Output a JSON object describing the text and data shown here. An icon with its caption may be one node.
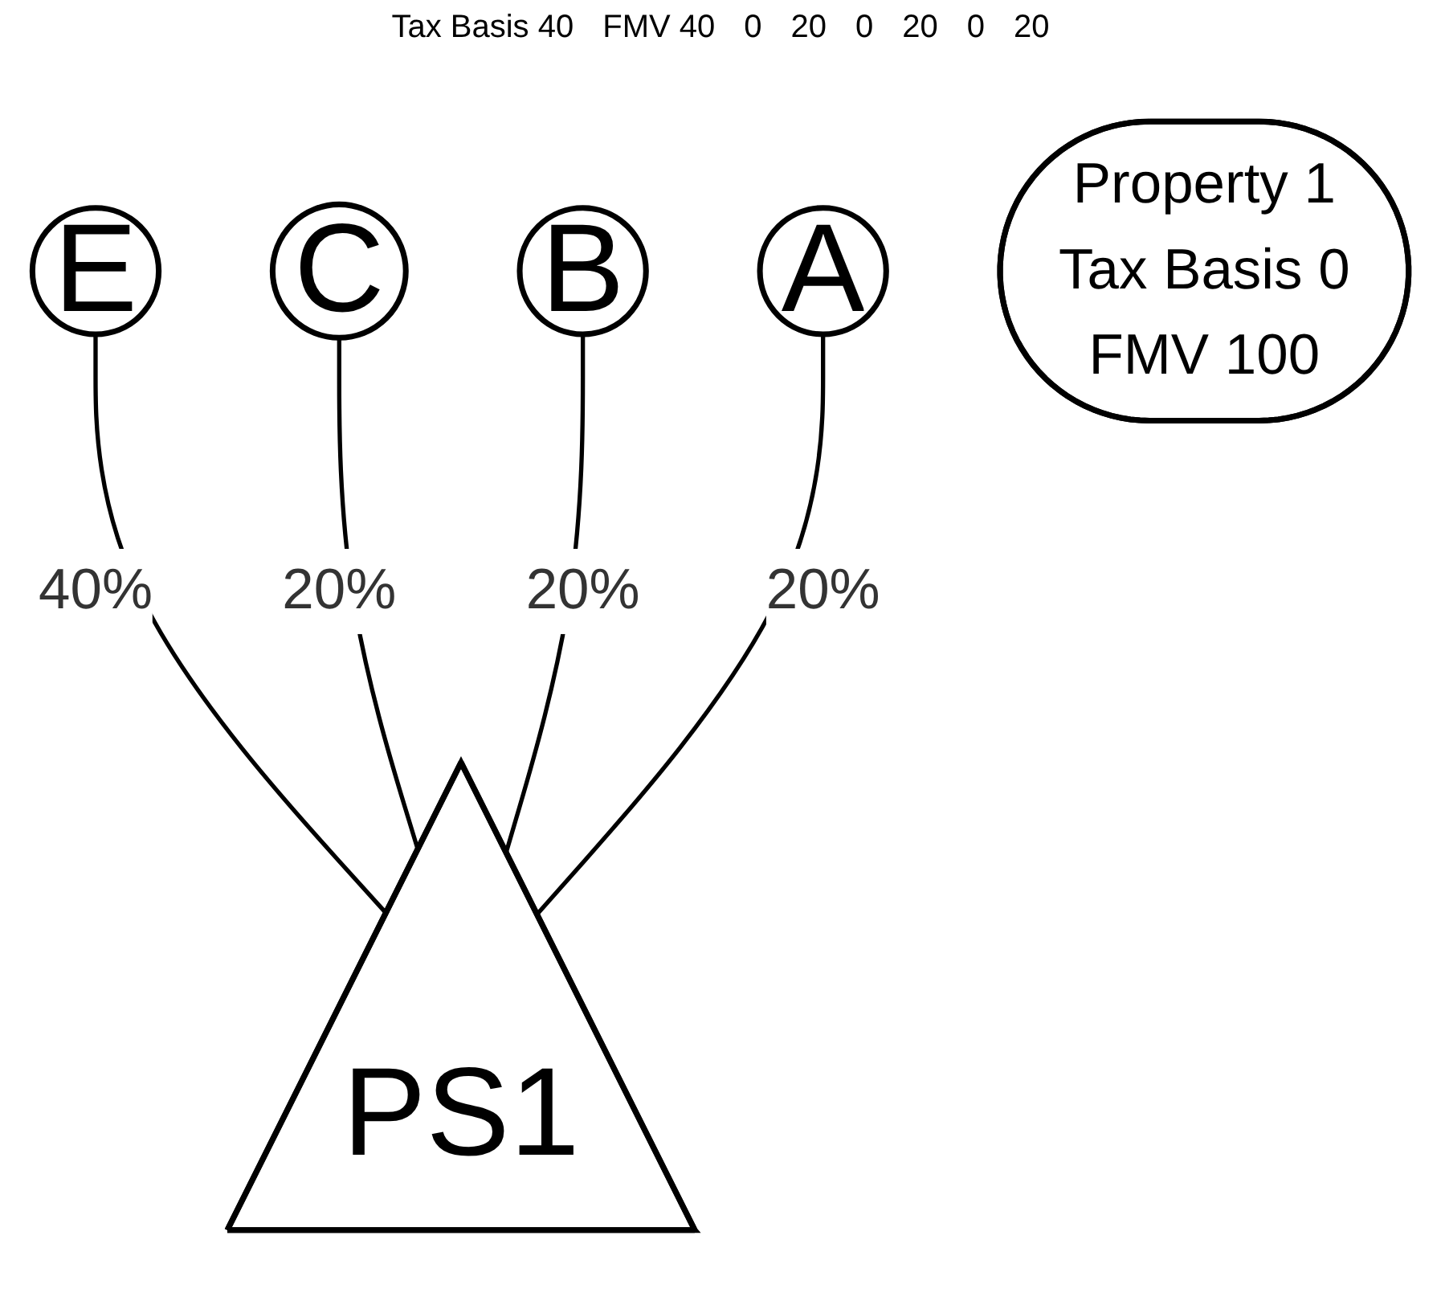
{
  "diagram": {
    "nodes": [
      {
        "text": [
          "E"
        ]
      },
      {
        "text": [
          "C"
        ]
      },
      {
        "text": [
          "B"
        ]
      },
      {
        "text": [
          "A"
        ]
      },
      {
        "text": [
          "PS1"
        ]
      },
      {
        "text": [
          "Property 1",
          "Tax Basis 0",
          "FMV 100"
        ]
      }
    ],
    "edges": [
      {
        "from": 0,
        "to": 4,
        "arrow": "none",
        "label": "40%"
      },
      {
        "from": 1,
        "to": 4,
        "arrow": "none",
        "label": "20%"
      },
      {
        "from": 2,
        "to": 4,
        "arrow": "none",
        "label": "20%"
      },
      {
        "from": 3,
        "to": 4,
        "arrow": "none",
        "label": "20%"
      }
    ],
    "labels": [
      "Tax Basis 40",
      "FMV 40",
      "0",
      "20",
      "0",
      "20",
      "0",
      "20"
    ]
  }
}
